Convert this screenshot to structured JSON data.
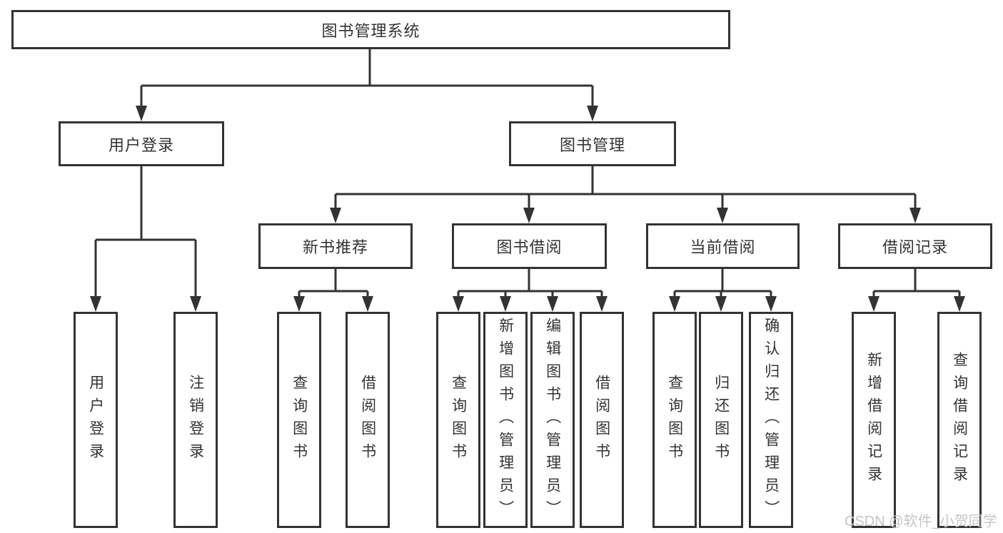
{
  "diagram_title": "图书管理系统",
  "watermark": {
    "text": "CSDN @软件_小贺同学"
  },
  "colors": {
    "line": "#333333",
    "box_border": "#333333",
    "text": "#333333",
    "background": "#ffffff",
    "watermark": "#c9c5c5"
  },
  "tree": {
    "root": {
      "label": "图书管理系统"
    },
    "branches": [
      {
        "label": "用户登录",
        "children": [
          {
            "label": "用户登录"
          },
          {
            "label": "注销登录"
          }
        ]
      },
      {
        "label": "图书管理",
        "children": [
          {
            "label": "新书推荐",
            "children": [
              {
                "label": "查询图书"
              },
              {
                "label": "借阅图书"
              }
            ]
          },
          {
            "label": "图书借阅",
            "children": [
              {
                "label": "查询图书"
              },
              {
                "label": "新增图书（管理员）"
              },
              {
                "label": "编辑图书（管理员）"
              },
              {
                "label": "借阅图书"
              }
            ]
          },
          {
            "label": "当前借阅",
            "children": [
              {
                "label": "查询图书"
              },
              {
                "label": "归还图书"
              },
              {
                "label": "确认归还（管理员）"
              }
            ]
          },
          {
            "label": "借阅记录",
            "children": [
              {
                "label": "新增借阅记录"
              },
              {
                "label": "查询借阅记录"
              }
            ]
          }
        ]
      }
    ]
  }
}
